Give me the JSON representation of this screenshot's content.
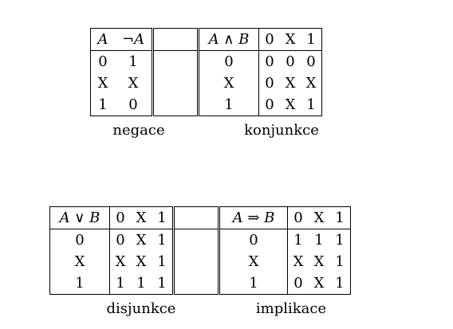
{
  "negace": {
    "header": [
      "A",
      "¬A"
    ],
    "rows": [
      [
        "0",
        "1"
      ],
      [
        "X",
        "X"
      ],
      [
        "1",
        "0"
      ]
    ],
    "caption": "negace"
  },
  "konjunkce": {
    "header_op": "A ∧ B",
    "header_vals": [
      "0",
      "X",
      "1"
    ],
    "row_labels": [
      "0",
      "X",
      "1"
    ],
    "rows": [
      [
        "0",
        "0",
        "0"
      ],
      [
        "0",
        "X",
        "X"
      ],
      [
        "0",
        "X",
        "1"
      ]
    ],
    "caption": "konjunkce"
  },
  "disjunkce": {
    "header_op": "A ∨ B",
    "header_vals": [
      "0",
      "X",
      "1"
    ],
    "row_labels": [
      "0",
      "X",
      "1"
    ],
    "rows": [
      [
        "0",
        "X",
        "1"
      ],
      [
        "X",
        "X",
        "1"
      ],
      [
        "1",
        "1",
        "1"
      ]
    ],
    "caption": "disjunkce"
  },
  "implikace": {
    "header_op": "A ⇒ B",
    "header_vals": [
      "0",
      "X",
      "1"
    ],
    "row_labels": [
      "0",
      "X",
      "1"
    ],
    "rows": [
      [
        "1",
        "1",
        "1"
      ],
      [
        "X",
        "X",
        "1"
      ],
      [
        "0",
        "X",
        "1"
      ]
    ],
    "caption": "implikace"
  }
}
